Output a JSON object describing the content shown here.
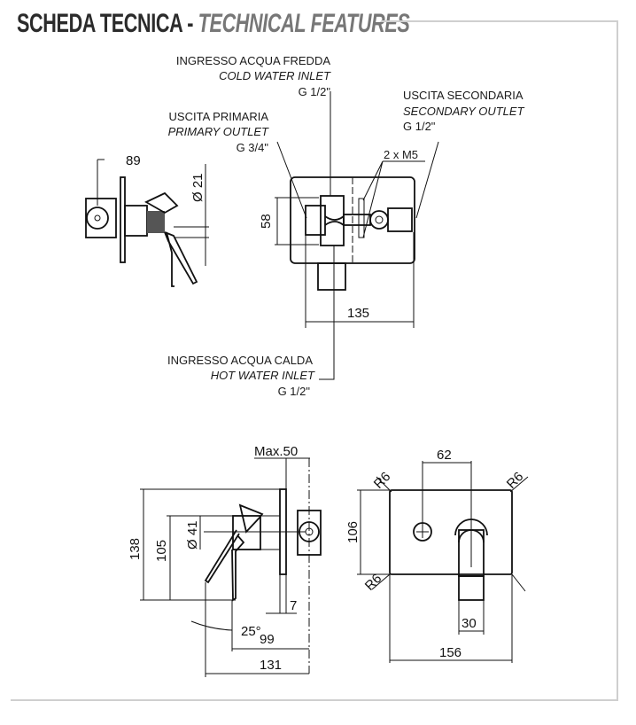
{
  "header": {
    "title_main": "SCHEDA TECNICA - ",
    "title_sub": "TECHNICAL FEATURES"
  },
  "top_view": {
    "cold_inlet": {
      "it": "INGRESSO ACQUA FREDDA",
      "en": "COLD WATER INLET",
      "size": "G 1/2\""
    },
    "secondary_outlet": {
      "it": "USCITA SECONDARIA",
      "en": "SECONDARY OUTLET",
      "size": "G 1/2\""
    },
    "primary_outlet": {
      "it": "USCITA PRIMARIA",
      "en": "PRIMARY OUTLET",
      "size": "G 3/4\""
    },
    "hot_inlet": {
      "it": "INGRESSO ACQUA CALDA",
      "en": "HOT WATER INLET",
      "size": "G 1/2\""
    },
    "screws": "2 x M5",
    "dims": {
      "depth": "89",
      "diameter": "Ø 21",
      "height": "58",
      "width": "135"
    }
  },
  "bottom_view": {
    "dims": {
      "max": "Max.50",
      "height_total": "138",
      "height_body": "105",
      "diameter": "Ø 41",
      "plate": "7",
      "angle": "25°",
      "depth_body": "99",
      "depth_total": "131",
      "centers": "62",
      "plate_height": "106",
      "lever_width": "30",
      "plate_width": "156",
      "radius": "R6"
    }
  }
}
